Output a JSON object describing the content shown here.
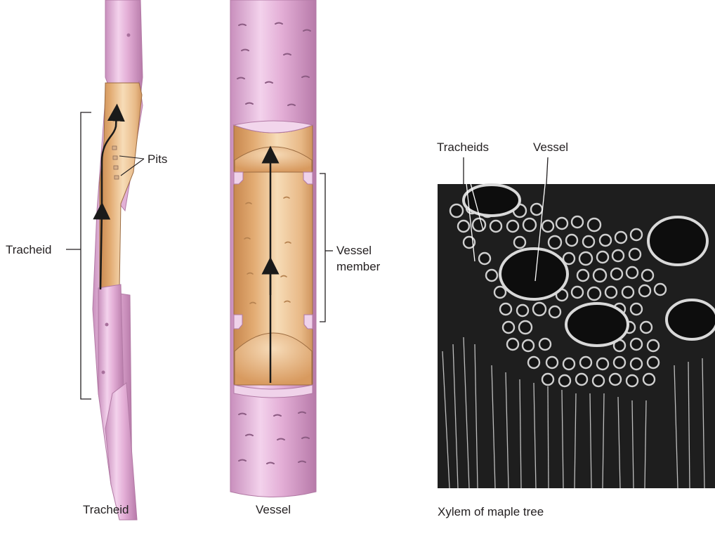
{
  "labels": {
    "pits": "Pits",
    "tracheid_side": "Tracheid",
    "vessel_member_line1": "Vessel",
    "vessel_member_line2": "member",
    "micro_tracheids": "Tracheids",
    "micro_vessel": "Vessel"
  },
  "captions": {
    "tracheid": "Tracheid",
    "vessel": "Vessel",
    "micrograph": "Xylem of maple tree"
  },
  "colors": {
    "cell_wall": "#e7b7dc",
    "cell_wall_dark": "#c98fbd",
    "lumen": "#e7b886",
    "lumen_light": "#f6dcb9",
    "arrow": "#1a1a1a",
    "micro_bg": "#1e1e1e",
    "micro_wall": "#cfcfcf"
  }
}
